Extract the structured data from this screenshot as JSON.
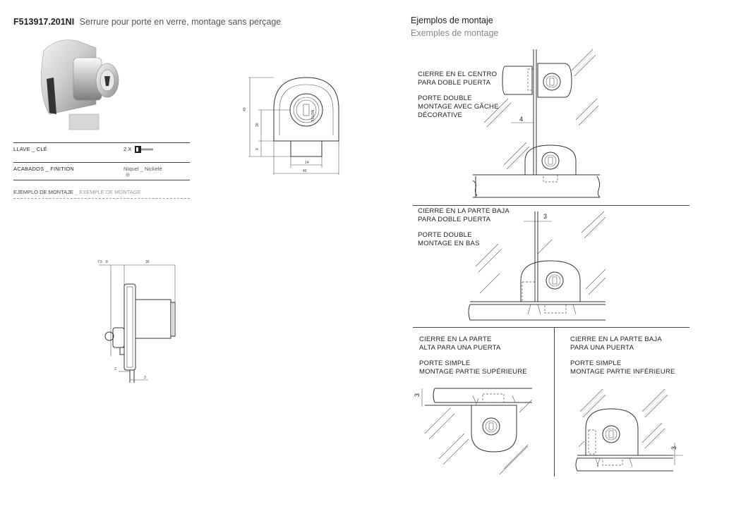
{
  "product": {
    "code": "F513917.201NI",
    "description": "Serrure pour porte en verre, montage sans perçage"
  },
  "specs": {
    "key_label": "LLAVE _ CLÉ",
    "key_value": "2 X",
    "finish_label": "ACABADOS _ FINITION",
    "finish_value": "Níquel _ Nickelé",
    "finish_color": "#c9c4bf"
  },
  "example": {
    "es": "EJEMPLO DE MONTAJE",
    "fr": "EXEMPLE DE MONTAGE"
  },
  "drawings": {
    "front": {
      "dim_40_v": "40",
      "dim_30": "30",
      "dim_9": "9",
      "dim_14": "14",
      "dim_40_h": "40",
      "key_mark": "NOT01"
    },
    "side": {
      "dim_75": "7,5",
      "dim_8": "8",
      "dim_30": "30",
      "dim_2": "2",
      "dim_3": "3"
    }
  },
  "mounting": {
    "title_es": "Ejemplos de montaje",
    "title_fr": "Exemples de montage",
    "center_double": {
      "es_1": "CIERRE EN EL CENTRO",
      "es_2": "PARA DOBLE PUERTA",
      "fr_1": "PORTE DOUBLE",
      "fr_2": "MONTAGE AVEC GÂCHE",
      "fr_3": "DÉCORATIVE",
      "dim": "4"
    },
    "bottom_double": {
      "es_1": "CIERRE EN LA PARTE BAJA",
      "es_2": "PARA DOBLE PUERTA",
      "fr_1": "PORTE DOUBLE",
      "fr_2": "MONTAGE EN BAS",
      "dim": "3"
    },
    "top_single": {
      "es_1": "CIERRE EN LA PARTE",
      "es_2": "ALTA PARA UNA PUERTA",
      "fr_1": "PORTE SIMPLE",
      "fr_2": "MONTAGE PARTIE SUPÉRIEURE",
      "dim": "3"
    },
    "bottom_single": {
      "es_1": "CIERRE EN LA PARTE BAJA",
      "es_2": "PARA UNA PUERTA",
      "fr_1": "PORTE SIMPLE",
      "fr_2": "MONTAGE PARTIE INFÉRIEURE",
      "dim": "3"
    }
  }
}
